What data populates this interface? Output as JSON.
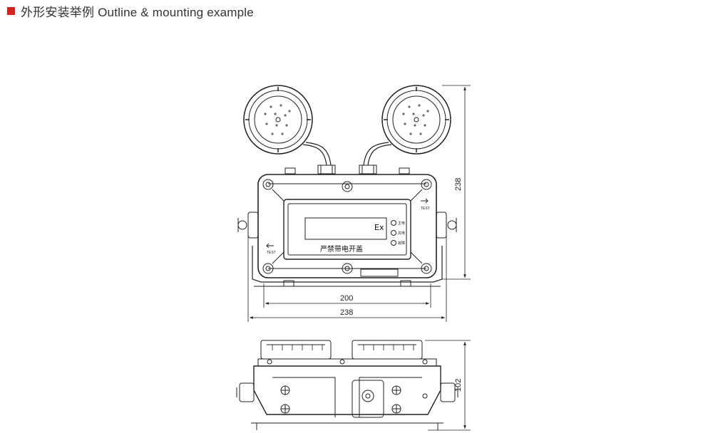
{
  "header": {
    "title": "外形安装举例 Outline & mounting example",
    "accent_color": "#d8201f"
  },
  "front_view": {
    "dim_height": "238",
    "dim_inner_width": "200",
    "dim_outer_width": "238",
    "test_label": "TEST",
    "display_text": "Ex",
    "warning_text": "严禁带电开盖",
    "indicator_labels": [
      "主电",
      "充电",
      "故障"
    ]
  },
  "side_view": {
    "dim_height": "102"
  }
}
